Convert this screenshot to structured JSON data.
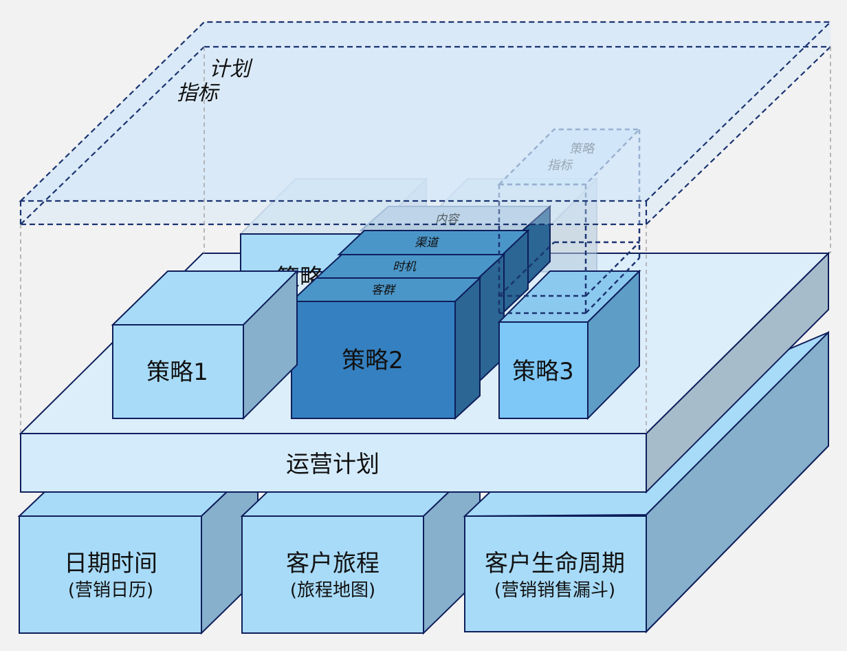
{
  "plan_box": {
    "label_line1": "计划",
    "label_line2": "指标"
  },
  "operation_plan": {
    "label": "运营计划"
  },
  "base": [
    {
      "title": "日期时间",
      "subtitle": "(营销日历)"
    },
    {
      "title": "客户旅程",
      "subtitle": "(旅程地图)"
    },
    {
      "title": "客户生命周期",
      "subtitle": "(营销销售漏斗)"
    }
  ],
  "strategies": {
    "s1": "策略1",
    "s2": "策略2",
    "s3": "策略3",
    "back_partial": "策略"
  },
  "layers": {
    "audience": "客群",
    "timing": "时机",
    "channel": "渠道",
    "content": "内容"
  },
  "strategy_metric": {
    "line1": "策略",
    "line2": "指标"
  },
  "colors": {
    "outline": "#0e1e5b",
    "light_front": "#a8dbf8",
    "light_side": "#86b0cb",
    "dark_front": "#3580c0",
    "dark_side": "#2b6694",
    "plan_fill": "#dcecfa",
    "dashed": "#1a3370"
  }
}
